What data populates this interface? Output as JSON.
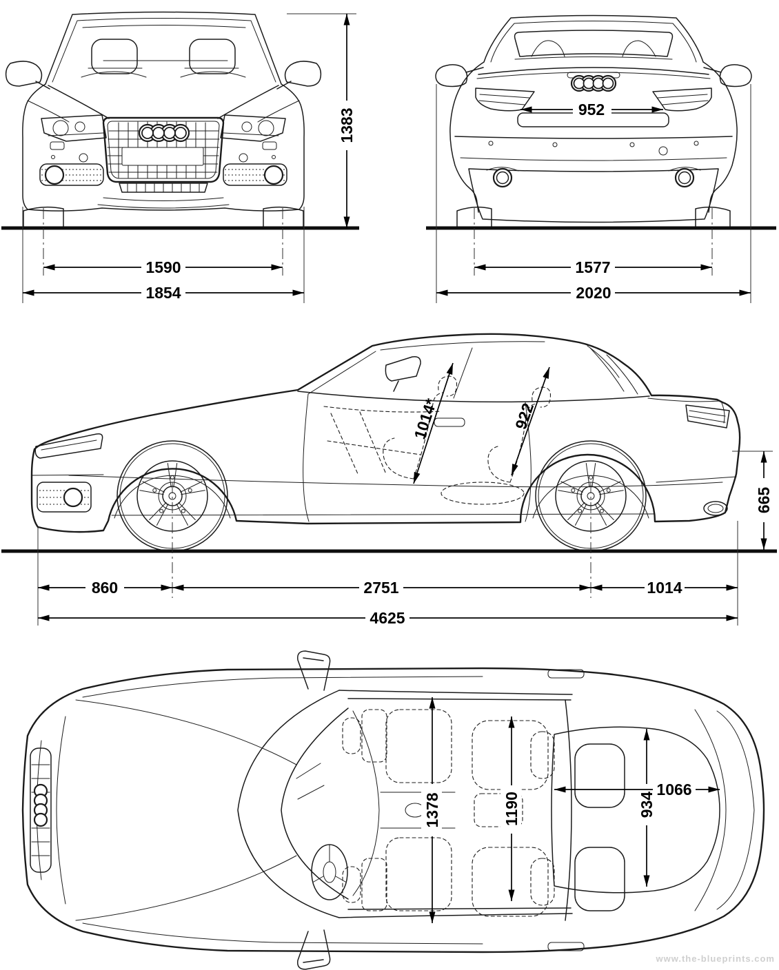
{
  "watermark": "www.the-blueprints.com",
  "front_view": {
    "overall_height": "1383",
    "front_track": "1590",
    "body_width": "1854"
  },
  "rear_view": {
    "boot_lid_width": "952",
    "rear_track": "1577",
    "overall_width_mirrors": "2020"
  },
  "side_view": {
    "front_interior_height": "1014*",
    "rear_interior_height": "922",
    "rear_deck_height": "665",
    "front_overhang": "860",
    "wheelbase": "2751",
    "rear_overhang": "1014",
    "overall_length": "4625"
  },
  "top_view": {
    "front_cabin_width": "1378",
    "rear_cabin_width": "1190",
    "boot_opening_length": "1066",
    "boot_inner_width": "934"
  }
}
